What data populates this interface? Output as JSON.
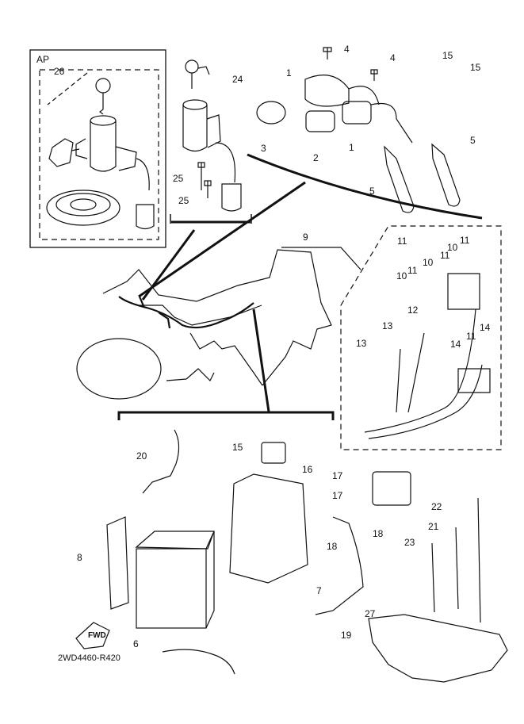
{
  "drawing_code": "2WD4460-R420",
  "ap_tag": "AP",
  "fwd_arrow": "FWD",
  "callouts": [
    "1",
    "1",
    "2",
    "3",
    "4",
    "4",
    "5",
    "5",
    "6",
    "7",
    "8",
    "9",
    "10",
    "10",
    "10",
    "11",
    "11",
    "11",
    "11",
    "11",
    "12",
    "13",
    "13",
    "14",
    "14",
    "15",
    "15",
    "15",
    "16",
    "17",
    "17",
    "18",
    "18",
    "19",
    "20",
    "21",
    "22",
    "23",
    "24",
    "25",
    "25",
    "26",
    "27"
  ]
}
